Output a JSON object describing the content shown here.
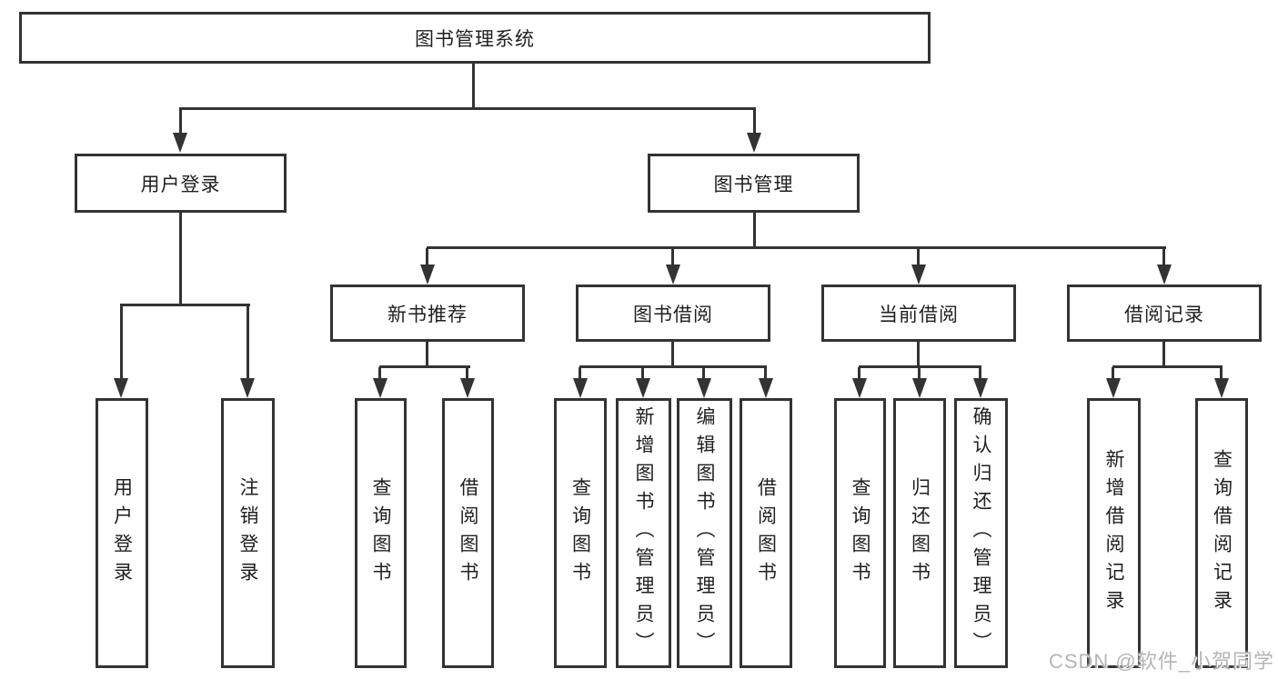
{
  "diagram": {
    "title": "图书管理系统",
    "level2": {
      "user_login": "用户登录",
      "book_management": "图书管理"
    },
    "user_login_children": {
      "login": "用户登录",
      "logout": "注销登录"
    },
    "level3": {
      "new_book_recommend": "新书推荐",
      "book_borrow": "图书借阅",
      "current_borrow": "当前借阅",
      "borrow_record": "借阅记录"
    },
    "new_book_children": {
      "query_book": "查询图书",
      "borrow_book": "借阅图书"
    },
    "book_borrow_children": {
      "query_book": "查询图书",
      "add_book": "新增图书（管理员）",
      "edit_book": "编辑图书（管理员）",
      "borrow_book": "借阅图书"
    },
    "current_borrow_children": {
      "query_book": "查询图书",
      "return_book": "归还图书",
      "confirm_return": "确认归还（管理员）"
    },
    "borrow_record_children": {
      "add_record": "新增借阅记录",
      "query_record": "查询借阅记录"
    }
  },
  "watermark": "CSDN @软件_小贺同学",
  "colors": {
    "line": "#333333",
    "text": "#1f1f1f",
    "watermark_gray": "#b5b5b5",
    "background": "#ffffff"
  }
}
